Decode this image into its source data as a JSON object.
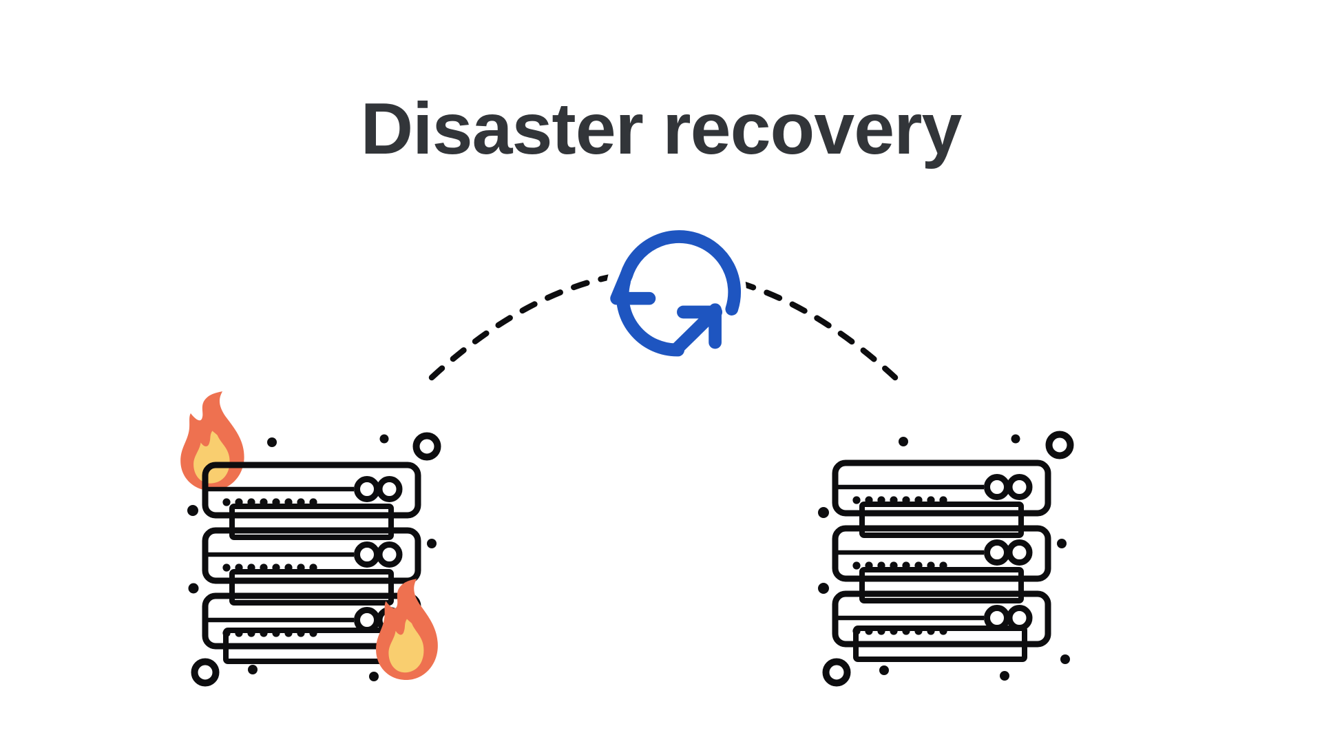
{
  "title": {
    "text": "Disaster recovery",
    "color": "#323539"
  },
  "colors": {
    "background": "#ffffff",
    "accent_blue": "#1e55c0",
    "outline_black": "#0d0d0f",
    "server_body": "#8b93b0",
    "connector_gray": "#4c5260",
    "led_green": "#57c33c",
    "led_yellow": "#f9c868",
    "orange_dot": "#f0921e",
    "flame_outer": "#ee7150",
    "flame_inner": "#f9ce6f"
  },
  "connection": {
    "style": "dashed-arc",
    "icon": "sync-arrows-icon",
    "meaning": "replication between sites"
  },
  "stacks": [
    {
      "name": "primary-server-stack",
      "state": "on-fire",
      "servers": 3,
      "vents_per_server": 8,
      "leds_per_server": [
        "green",
        "yellow"
      ],
      "fires": 2
    },
    {
      "name": "secondary-server-stack",
      "state": "healthy",
      "servers": 3,
      "vents_per_server": 8,
      "leds_per_server": [
        "green",
        "yellow"
      ],
      "fires": 0
    }
  ]
}
